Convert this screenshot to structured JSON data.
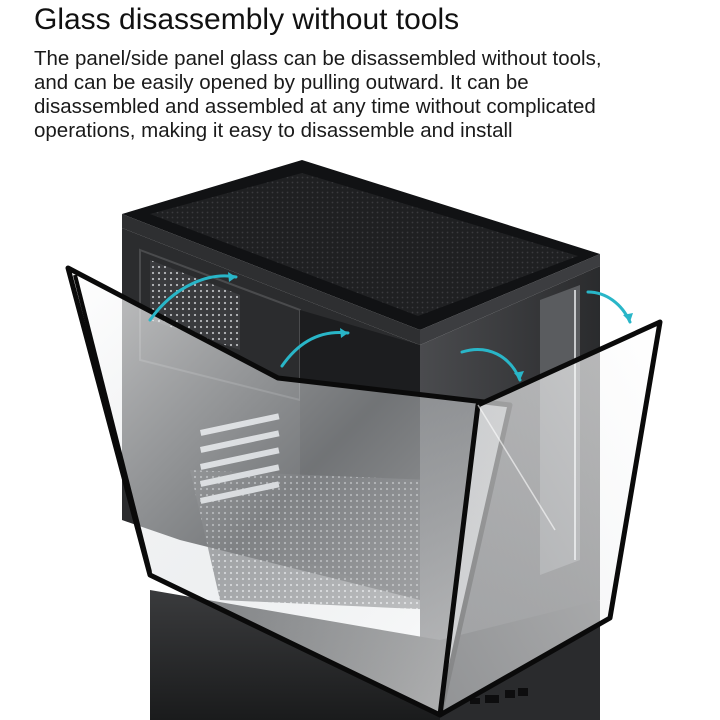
{
  "headline": "Glass disassembly without tools",
  "description_lines": [
    "The panel/side panel glass can be disassembled without tools,",
    "and can be easily opened by pulling outward. It can be",
    "disassembled and assembled at any time without complicated",
    "operations, making it easy to disassemble and install"
  ],
  "colors": {
    "text": "#111111",
    "case_body": "#2b2c2e",
    "case_top": "#1e1f21",
    "glass_frame": "#0a0a0a",
    "arrow_accent": "#29b6c8"
  },
  "icons": [
    "pc-case-illustration",
    "curved-arrow-icon"
  ]
}
